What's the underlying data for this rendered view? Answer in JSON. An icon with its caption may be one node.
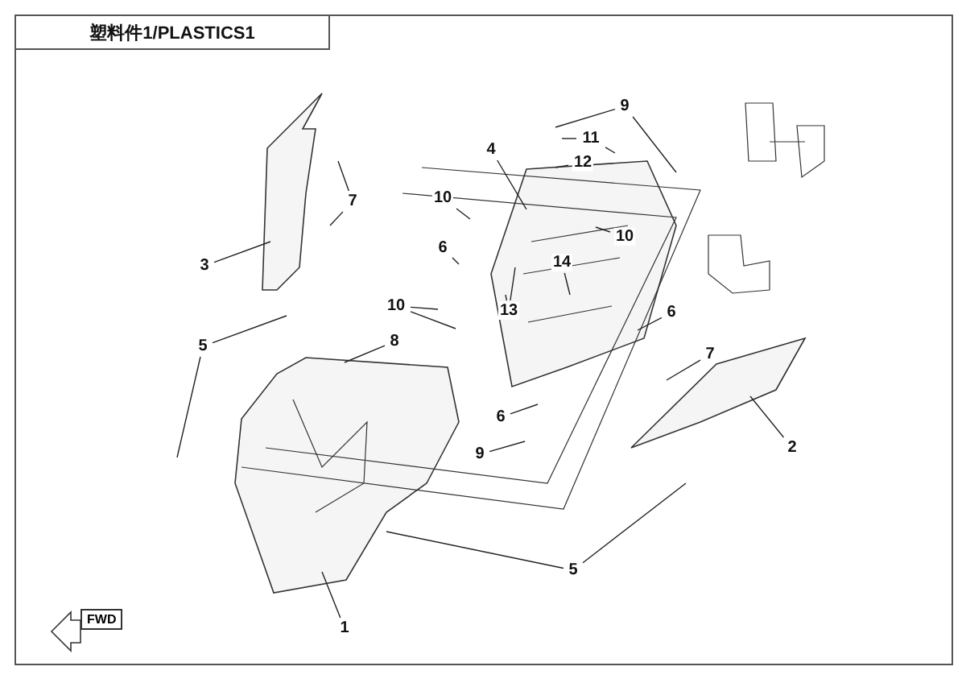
{
  "diagram": {
    "title": "塑料件1/PLASTICS1",
    "nodes": [
      {
        "text": [
          "9"
        ]
      },
      {
        "text": [
          "11"
        ]
      },
      {
        "text": [
          "4"
        ]
      },
      {
        "text": [
          "12"
        ]
      },
      {
        "text": [
          "7"
        ]
      },
      {
        "text": [
          "10"
        ]
      },
      {
        "text": [
          "10"
        ]
      },
      {
        "text": [
          "6"
        ]
      },
      {
        "text": [
          "3"
        ]
      },
      {
        "text": [
          "14"
        ]
      },
      {
        "text": [
          "10"
        ]
      },
      {
        "text": [
          "13"
        ]
      },
      {
        "text": [
          "6"
        ]
      },
      {
        "text": [
          "8"
        ]
      },
      {
        "text": [
          "5"
        ]
      },
      {
        "text": [
          "7"
        ]
      },
      {
        "text": [
          "6"
        ]
      },
      {
        "text": [
          "2"
        ]
      },
      {
        "text": [
          "9"
        ]
      },
      {
        "text": [
          "5"
        ]
      },
      {
        "text": [
          "1"
        ]
      }
    ],
    "edges": [
      {
        "from": 0,
        "to": null,
        "arrow": "none"
      },
      {
        "from": 0,
        "to": null,
        "arrow": "none"
      },
      {
        "from": 1,
        "to": null,
        "arrow": "none"
      },
      {
        "from": 1,
        "to": null,
        "arrow": "none"
      },
      {
        "from": 2,
        "to": null,
        "arrow": "none"
      },
      {
        "from": 3,
        "to": null,
        "arrow": "none"
      },
      {
        "from": 4,
        "to": null,
        "arrow": "none"
      },
      {
        "from": 4,
        "to": null,
        "arrow": "none"
      },
      {
        "from": 5,
        "to": null,
        "arrow": "none"
      },
      {
        "from": 6,
        "to": null,
        "arrow": "none"
      },
      {
        "from": 7,
        "to": null,
        "arrow": "none"
      },
      {
        "from": 8,
        "to": null,
        "arrow": "none"
      },
      {
        "from": 9,
        "to": null,
        "arrow": "none"
      },
      {
        "from": 10,
        "to": null,
        "arrow": "none"
      },
      {
        "from": 10,
        "to": null,
        "arrow": "none"
      },
      {
        "from": 11,
        "to": null,
        "arrow": "none"
      },
      {
        "from": 11,
        "to": null,
        "arrow": "none"
      },
      {
        "from": 12,
        "to": null,
        "arrow": "none"
      },
      {
        "from": 13,
        "to": null,
        "arrow": "none"
      },
      {
        "from": 14,
        "to": null,
        "arrow": "none"
      },
      {
        "from": 14,
        "to": null,
        "arrow": "none"
      },
      {
        "from": 15,
        "to": null,
        "arrow": "none"
      },
      {
        "from": 16,
        "to": null,
        "arrow": "none"
      },
      {
        "from": 17,
        "to": null,
        "arrow": "none"
      },
      {
        "from": 18,
        "to": null,
        "arrow": "none"
      },
      {
        "from": 19,
        "to": null,
        "arrow": "none"
      },
      {
        "from": 19,
        "to": null,
        "arrow": "none"
      },
      {
        "from": 20,
        "to": null,
        "arrow": "none"
      }
    ],
    "labels": [
      "FWD"
    ]
  }
}
